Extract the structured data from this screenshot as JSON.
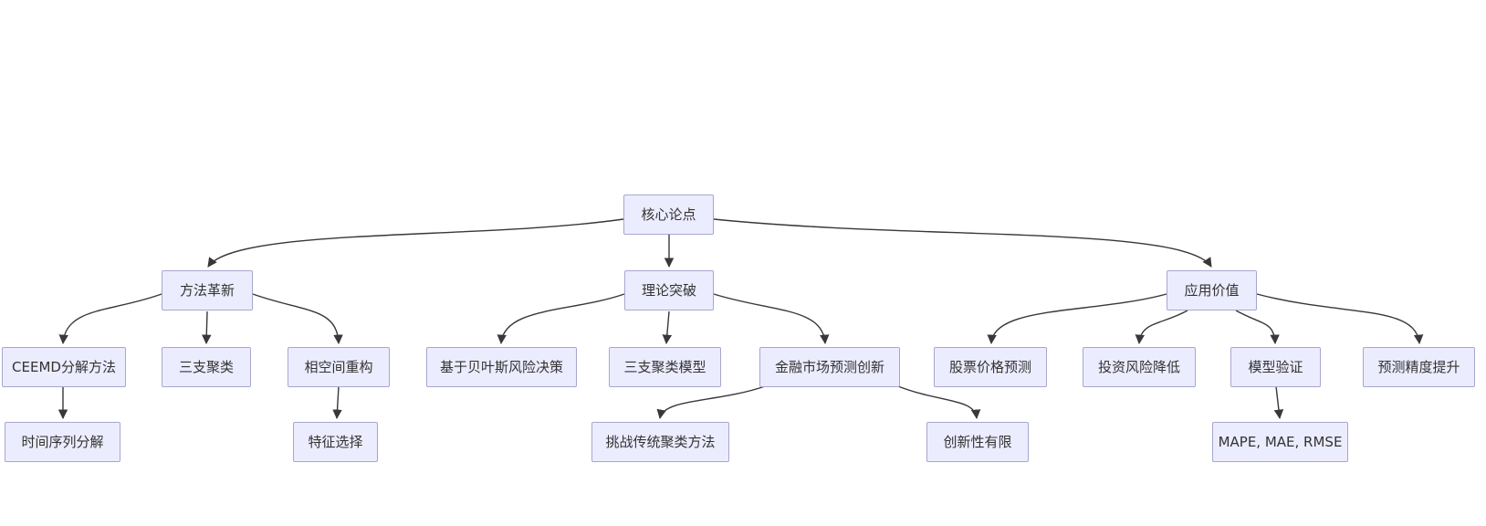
{
  "diagram": {
    "type": "flowchart-top-down",
    "colors": {
      "background": "#FFFFFF",
      "node_fill": "#ECECFF",
      "node_border": "#A6A6D1",
      "edge": "#383838",
      "text": "#333333"
    },
    "nodes": {
      "core": {
        "label": "核心论点"
      },
      "method": {
        "label": "方法革新"
      },
      "theory": {
        "label": "理论突破"
      },
      "application": {
        "label": "应用价值"
      },
      "ceemd": {
        "label": "CEEMD分解方法"
      },
      "three_way_clustering": {
        "label": "三支聚类"
      },
      "phase_space": {
        "label": "相空间重构"
      },
      "bayes_risk": {
        "label": "基于贝叶斯风险决策"
      },
      "three_way_model": {
        "label": "三支聚类模型"
      },
      "financial_innovation": {
        "label": "金融市场预测创新"
      },
      "stock_prediction": {
        "label": "股票价格预测"
      },
      "risk_reduction": {
        "label": "投资风险降低"
      },
      "model_validation": {
        "label": "模型验证"
      },
      "accuracy_improvement": {
        "label": "预测精度提升"
      },
      "time_series_decomposition": {
        "label": "时间序列分解"
      },
      "feature_selection": {
        "label": "特征选择"
      },
      "challenge_traditional": {
        "label": "挑战传统聚类方法"
      },
      "limited_innovation": {
        "label": "创新性有限"
      },
      "metrics": {
        "label": "MAPE, MAE, RMSE"
      }
    },
    "edges": [
      {
        "from": "核心论点",
        "to": "方法革新"
      },
      {
        "from": "核心论点",
        "to": "理论突破"
      },
      {
        "from": "核心论点",
        "to": "应用价值"
      },
      {
        "from": "方法革新",
        "to": "CEEMD分解方法"
      },
      {
        "from": "方法革新",
        "to": "三支聚类"
      },
      {
        "from": "方法革新",
        "to": "相空间重构"
      },
      {
        "from": "理论突破",
        "to": "基于贝叶斯风险决策"
      },
      {
        "from": "理论突破",
        "to": "三支聚类模型"
      },
      {
        "from": "理论突破",
        "to": "金融市场预测创新"
      },
      {
        "from": "应用价值",
        "to": "股票价格预测"
      },
      {
        "from": "应用价值",
        "to": "投资风险降低"
      },
      {
        "from": "应用价值",
        "to": "模型验证"
      },
      {
        "from": "应用价值",
        "to": "预测精度提升"
      },
      {
        "from": "CEEMD分解方法",
        "to": "时间序列分解"
      },
      {
        "from": "相空间重构",
        "to": "特征选择"
      },
      {
        "from": "金融市场预测创新",
        "to": "挑战传统聚类方法"
      },
      {
        "from": "金融市场预测创新",
        "to": "创新性有限"
      },
      {
        "from": "模型验证",
        "to": "MAPE, MAE, RMSE"
      }
    ]
  }
}
